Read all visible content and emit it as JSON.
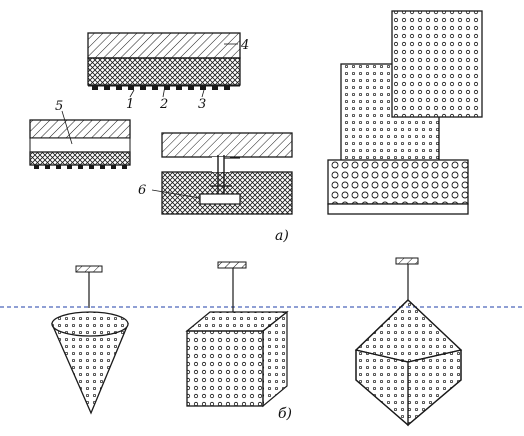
{
  "part_a": {
    "caption": "а)",
    "labels": [
      "1",
      "2",
      "3",
      "4",
      "5",
      "6"
    ]
  },
  "part_b": {
    "caption": "б)"
  },
  "colors": {
    "ink": "#1a1a1a",
    "guide_line": "#1f3fa8",
    "background": "#ffffff"
  }
}
